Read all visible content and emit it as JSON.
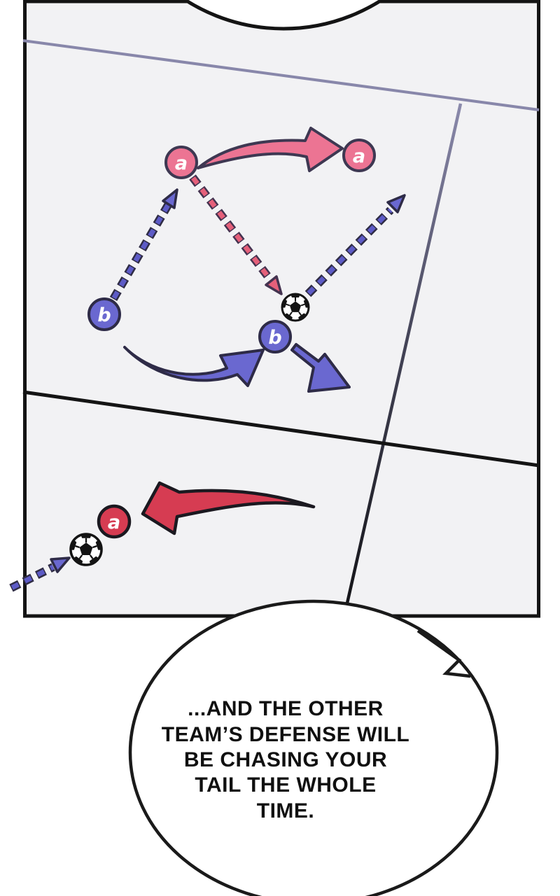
{
  "scene": {
    "type": "webtoon tactics panel",
    "description": "soccer strategy diagram panel with speech bubble"
  },
  "markers": [
    {
      "id": "a1",
      "label": "a",
      "team": "attack-pink"
    },
    {
      "id": "a2",
      "label": "a",
      "team": "attack-pink"
    },
    {
      "id": "b1",
      "label": "b",
      "team": "support-blue"
    },
    {
      "id": "b2",
      "label": "b",
      "team": "support-blue"
    },
    {
      "id": "a3",
      "label": "a",
      "team": "attack-red"
    }
  ],
  "speech_bubble": {
    "lines": [
      "...AND THE OTHER",
      "TEAM’S DEFENSE WILL",
      "BE CHASING YOUR",
      "TAIL THE WHOLE",
      "TIME."
    ]
  },
  "colors": {
    "panel_bg": "#f2f2f4",
    "ink": "#141414",
    "field_line_purple": "#8887aa",
    "team_a_pink": "#ec7493",
    "team_a_red": "#d63c52",
    "team_b_blue": "#6a68d0",
    "dash_blue": "#5d5bc6",
    "dash_red": "#e5607a",
    "outline_pink": "#3e3852",
    "outline_blue": "#2e2b47"
  }
}
